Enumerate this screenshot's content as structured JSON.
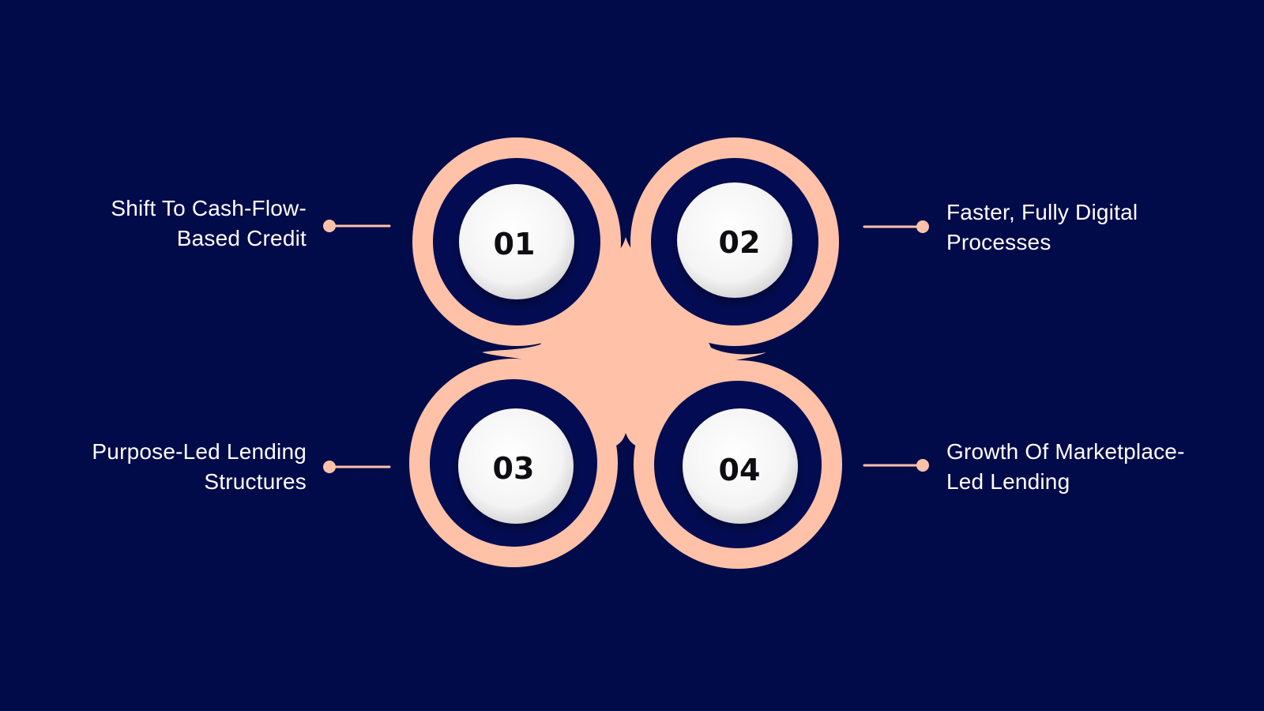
{
  "colors": {
    "background": "#020b4a",
    "petal": "#ffc2a8",
    "ring": "#030c52",
    "circle": "#f4f4f4",
    "connector": "#ffc2a8",
    "number": "#0d0d12",
    "text": "#ffffff"
  },
  "items": [
    {
      "number": "01",
      "line1": "Shift To Cash-Flow-",
      "line2": "Based Credit"
    },
    {
      "number": "02",
      "line1": "Faster, Fully Digital",
      "line2": "Processes"
    },
    {
      "number": "03",
      "line1": "Purpose-Led Lending",
      "line2": "Structures"
    },
    {
      "number": "04",
      "line1": "Growth Of Marketplace-",
      "line2": "Led Lending"
    }
  ]
}
